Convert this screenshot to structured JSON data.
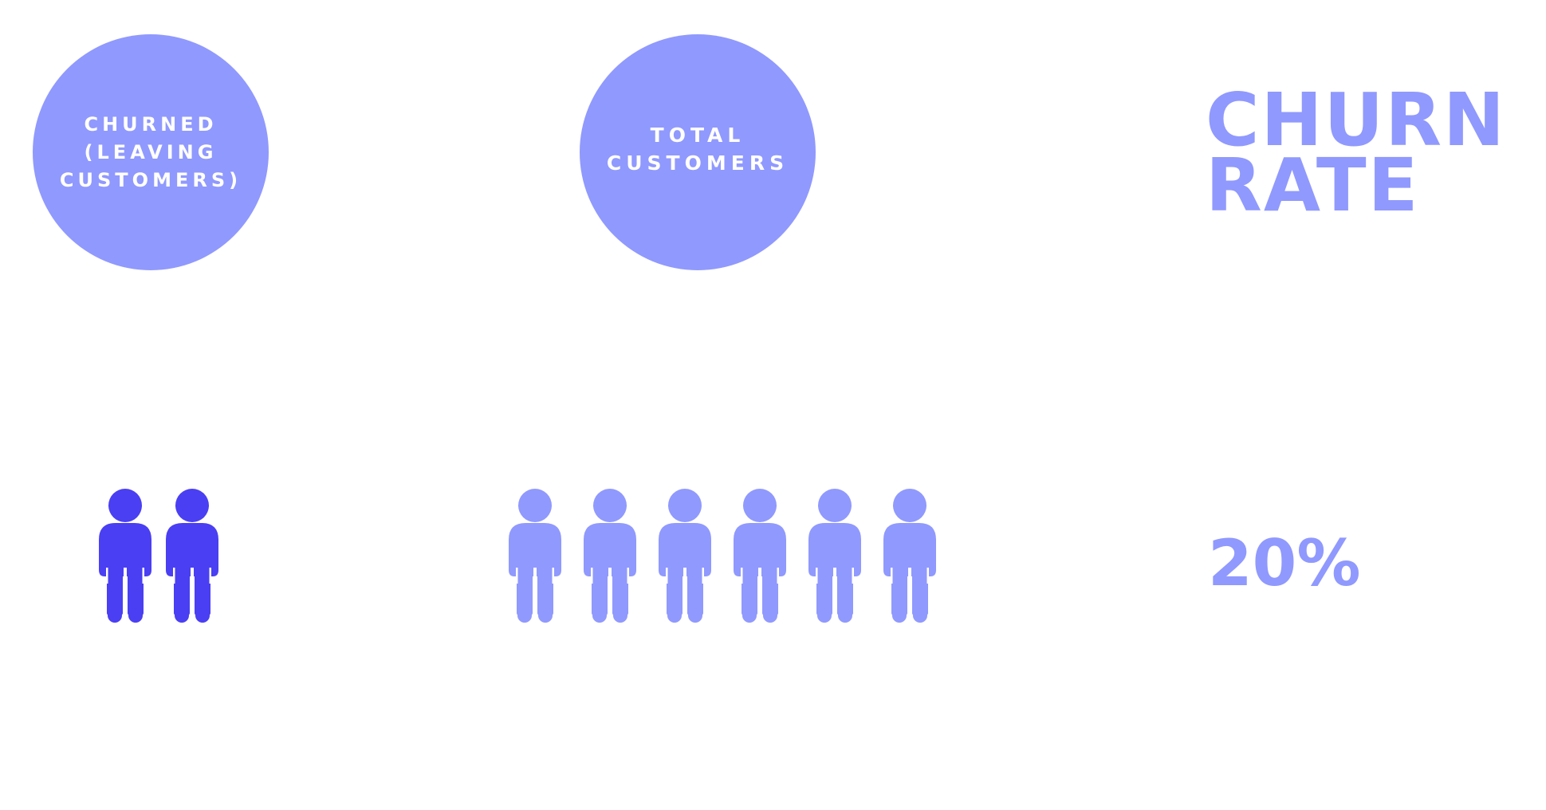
{
  "churned": {
    "label_lines": [
      "CHURNED",
      "(LEAVING",
      "CUSTOMERS)"
    ],
    "count": 2,
    "icon": "person-icon",
    "color": "#4a3ff2"
  },
  "total": {
    "label_lines": [
      "TOTAL",
      "CUSTOMERS"
    ],
    "count": 6,
    "icon": "person-icon",
    "color": "#9099fd"
  },
  "churn_rate": {
    "title_lines": [
      "CHURN",
      "RATE"
    ],
    "value": "20%",
    "color": "#9099fd"
  },
  "colors": {
    "circle": "#9099fd",
    "circle_text": "#ffffff",
    "background": "#ffffff"
  }
}
